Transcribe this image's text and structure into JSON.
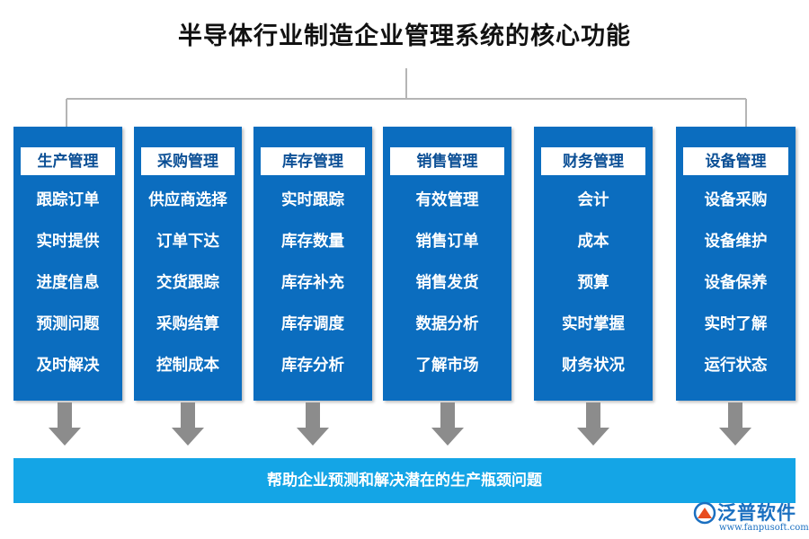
{
  "title": "半导体行业制造企业管理系统的核心功能",
  "columns": [
    {
      "header": "生产管理",
      "items": [
        "跟踪订单",
        "实时提供",
        "进度信息",
        "预测问题",
        "及时解决"
      ]
    },
    {
      "header": "采购管理",
      "items": [
        "供应商选择",
        "订单下达",
        "交货跟踪",
        "采购结算",
        "控制成本"
      ]
    },
    {
      "header": "库存管理",
      "items": [
        "实时跟踪",
        "库存数量",
        "库存补充",
        "库存调度",
        "库存分析"
      ]
    },
    {
      "header": "销售管理",
      "items": [
        "有效管理",
        "销售订单",
        "销售发货",
        "数据分析",
        "了解市场"
      ]
    },
    {
      "header": "财务管理",
      "items": [
        "会计",
        "成本",
        "预算",
        "实时掌握",
        "财务状况"
      ]
    },
    {
      "header": "设备管理",
      "items": [
        "设备采购",
        "设备维护",
        "设备保养",
        "实时了解",
        "运行状态"
      ]
    }
  ],
  "bottom_bar": "帮助企业预测和解决潜在的生产瓶颈问题",
  "logo": {
    "name": "泛普软件",
    "url": "www.fanpusoft.com"
  },
  "colors": {
    "column": "#0b6dbf",
    "bar": "#14a5e6",
    "arrow": "#8c8c8c",
    "connector": "#b5b5b5"
  }
}
